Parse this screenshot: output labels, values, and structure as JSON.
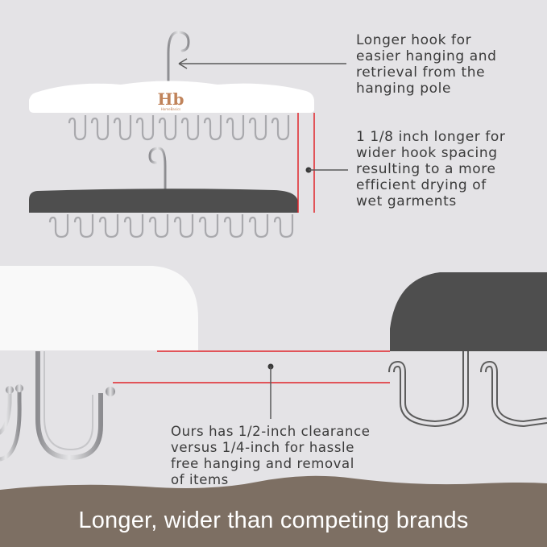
{
  "brand": {
    "logo_text": "Hb",
    "logo_subtext": "HomeBasics"
  },
  "colors": {
    "background": "#e4e3e6",
    "white_hanger": "#ffffff",
    "dark_hanger": "#4e4e4e",
    "hook_chrome": "#a9a9ad",
    "guide_line": "#e0252a",
    "banner": "#7d6f63",
    "logo_accent": "#c0835a"
  },
  "callouts": {
    "hook": "Longer hook for\neasier hanging and\nretrieval from the\nhanging pole",
    "spacing": "1 1/8 inch longer for\nwider hook spacing\nresulting to a more\nefficient drying of\nwet garments",
    "clearance": "Ours has 1/2-inch clearance\nversus 1/4-inch for hassle\nfree hanging and removal\nof items"
  },
  "banner": {
    "text": "Longer, wider than competing brands"
  }
}
